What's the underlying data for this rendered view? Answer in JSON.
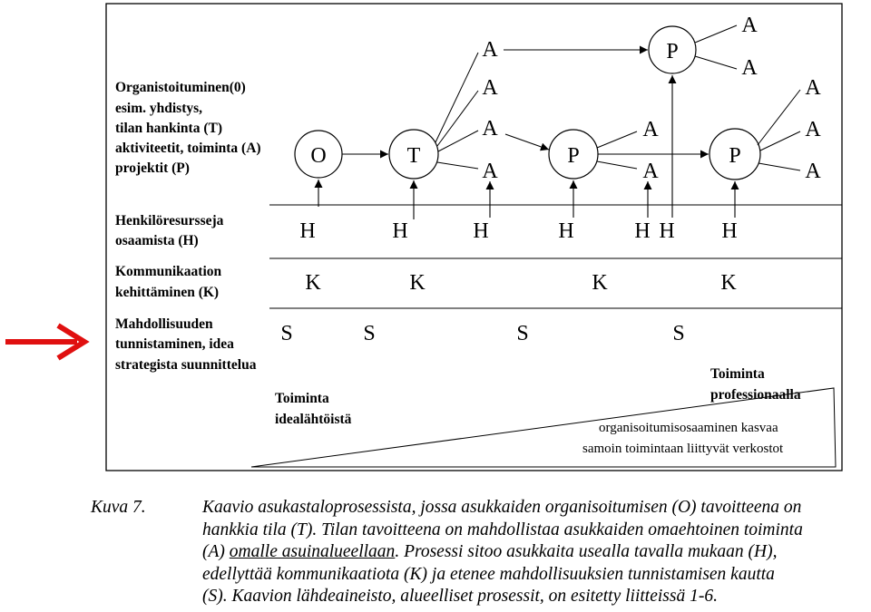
{
  "labels": {
    "organization": [
      "Organistoituminen(0)",
      "esim. yhdistys,",
      "tilan hankinta (T)",
      "aktiviteetit, toiminta (A)",
      "projektit (P)"
    ],
    "human": [
      "Henkilöresursseja",
      "osaamista (H)"
    ],
    "communication": [
      "Kommunikaation",
      "kehittäminen (K)"
    ],
    "opportunity": [
      "Mahdollisuuden",
      "tunnistaminen, idea",
      "strategista suunnittelua"
    ]
  },
  "nodes": {
    "o": "O",
    "t": "T",
    "p1": "P",
    "p2": "P",
    "p3": "P"
  },
  "letters": {
    "a": "A",
    "h": "H",
    "k": "K",
    "s": "S"
  },
  "bottom": {
    "ideal": [
      "Toiminta",
      "idealähtöistä"
    ],
    "professional": [
      "Toiminta",
      "professionaalla"
    ],
    "growth": [
      "organisoitumisosaaminen kasvaa",
      "samoin toimintaan liittyvät verkostot"
    ]
  },
  "caption": {
    "number": "Kuva 7.",
    "line1": "Kaavio asukastaloprosessista, jossa asukkaiden organisoitumisen (O) tavoitteena on",
    "line2": "hankkia tila (T). Tilan tavoitteena on mahdollistaa asukkaiden omaehtoinen toiminta",
    "line3_a": "(A) ",
    "line3_u": "omalle asuinalueellaan",
    "line3_b": ". Prosessi sitoo asukkaita usealla tavalla mukaan (H),",
    "line4": "edellyttää kommunikaatiota (K) ja etenee mahdollisuuksien tunnistamisen kautta",
    "line5": "(S). Kaavion lähdeaineisto, alueelliset prosessit, on esitetty liitteissä 1-6."
  },
  "colors": {
    "pointer_arrow": "#e01010"
  }
}
